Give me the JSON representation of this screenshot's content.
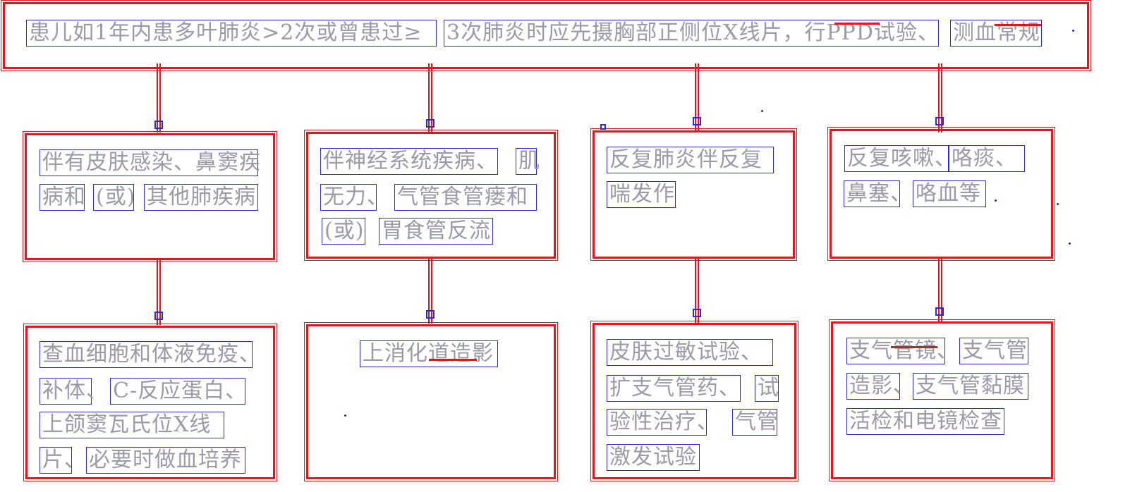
{
  "diagram": {
    "root": {
      "parts": [
        "患儿如1年内患多叶肺炎>2次或曾患过≥",
        "3次肺炎时应先摄胸部正侧位X线片，行PPD试验、",
        "测血常规"
      ]
    },
    "branches": [
      {
        "condition": [
          "伴有皮肤感染、鼻窦疾",
          "病和",
          "(或)",
          "其他肺疾病"
        ],
        "action": [
          "查血细胞和体液免疫、",
          "补体、",
          "C-反应蛋白、",
          "上颌窦瓦氏位X线",
          "片、",
          "必要时做血培养"
        ]
      },
      {
        "condition": [
          "伴神经系统疾病、",
          "肌",
          "无力、",
          "气管食管瘘和",
          "(或)",
          "胃食管反流"
        ],
        "action": [
          "上消化道造影"
        ]
      },
      {
        "condition": [
          "反复肺炎伴反复",
          "喘发作"
        ],
        "action": [
          "皮肤过敏试验、",
          "扩支气管药、",
          "试",
          "验性治疗、",
          "气管",
          "激发试验"
        ]
      },
      {
        "condition": [
          "反复咳嗽、",
          "咯痰、",
          "鼻塞、",
          "咯血等"
        ],
        "action": [
          "支气管镜、",
          "支气管",
          "造影、",
          "支气管黏膜",
          "活检和电镜检查"
        ]
      }
    ]
  },
  "colors": {
    "box_border": "#e8141b",
    "text_box": "#2a2dd1",
    "text": "#9a9aa8",
    "background": "#ffffff"
  }
}
